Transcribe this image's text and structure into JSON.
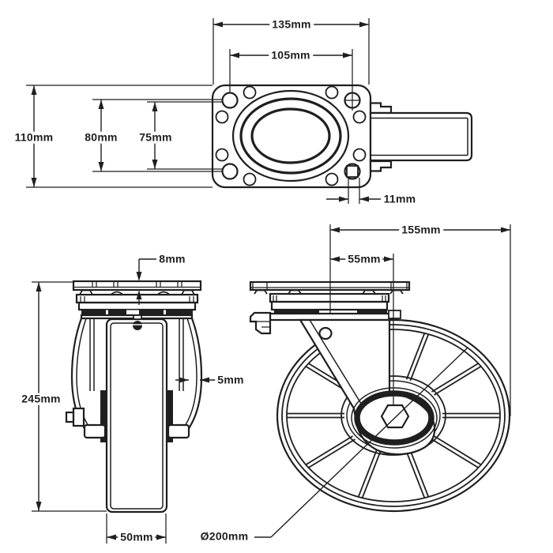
{
  "page": {
    "description": "Technical dimension drawing of a swivel plate castor wheel, three orthographic views",
    "background_color": "#ffffff",
    "line_color": "#1f1f1f"
  },
  "views": {
    "top": {
      "name": "top plate view",
      "dims": {
        "overall_width": "135mm",
        "bolt_pitch_width": "105mm",
        "overall_depth": "110mm",
        "bolt_pitch_depth_outer": "80mm",
        "bolt_pitch_depth_inner": "75mm",
        "bolt_hole_diameter": "11mm"
      }
    },
    "front": {
      "name": "front view",
      "dims": {
        "plate_thickness": "8mm",
        "overall_height": "245mm",
        "bracket_thickness": "5mm",
        "wheel_width": "50mm"
      }
    },
    "side": {
      "name": "side view",
      "dims": {
        "overall_length": "155mm",
        "swivel_offset": "55mm",
        "wheel_diameter": "Ø200mm"
      }
    }
  }
}
